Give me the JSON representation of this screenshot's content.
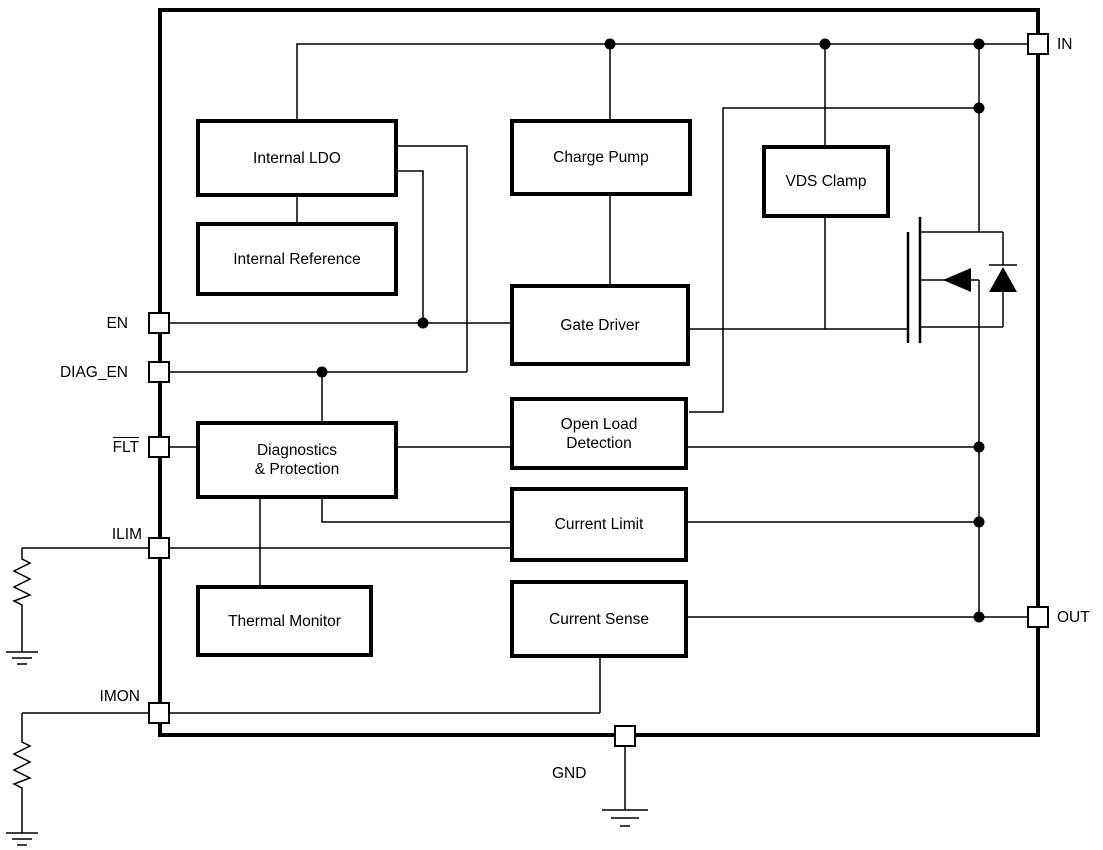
{
  "diagram_type": "ic-functional-block-diagram",
  "blocks": {
    "internal_ldo": {
      "label": "Internal LDO"
    },
    "internal_reference": {
      "label": "Internal Reference"
    },
    "charge_pump": {
      "label": "Charge Pump"
    },
    "vds_clamp": {
      "label": "VDS Clamp"
    },
    "gate_driver": {
      "label": "Gate Driver"
    },
    "open_load_detection": {
      "line1": "Open Load",
      "line2": "Detection"
    },
    "diagnostics_protection": {
      "line1": "Diagnostics",
      "line2": "& Protection"
    },
    "current_limit": {
      "label": "Current Limit"
    },
    "thermal_monitor": {
      "label": "Thermal Monitor"
    },
    "current_sense": {
      "label": "Current Sense"
    }
  },
  "pins": {
    "in": {
      "label": "IN"
    },
    "out": {
      "label": "OUT"
    },
    "gnd": {
      "label": "GND"
    },
    "en": {
      "label": "EN"
    },
    "diag_en": {
      "label": "DIAG_EN"
    },
    "flt": {
      "label": "FLT",
      "overline": true
    },
    "ilim": {
      "label": "ILIM"
    },
    "imon": {
      "label": "IMON"
    }
  },
  "icons": {
    "mosfet": "n-channel-power-mosfet-symbol",
    "body_diode": "body-diode-icon",
    "resistor": "resistor-zigzag-icon",
    "ground": "earth-ground-icon",
    "junction": "junction-dot"
  },
  "colors": {
    "line": "#000000",
    "text": "#000000",
    "background": "#ffffff",
    "block_fill": "#ffffff"
  }
}
